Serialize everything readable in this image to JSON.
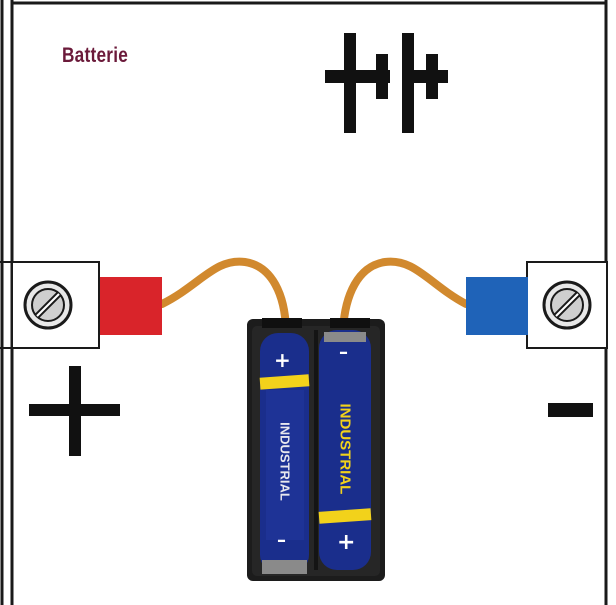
{
  "title": "Batterie",
  "symbols": {
    "positive_sign": "+",
    "negative_sign": "–"
  },
  "battery_cells": [
    {
      "top_marking": "+",
      "bottom_marking": "–",
      "label": "INDUSTRIAL"
    },
    {
      "top_marking": "–",
      "bottom_marking": "+",
      "label": "INDUSTRIAL"
    }
  ],
  "colors": {
    "title": "#6b1a3a",
    "positive_terminal": "#d9242a",
    "negative_terminal": "#1f63b8",
    "wire": "#d1892e",
    "battery_body": "#1a2e8c",
    "battery_stripe": "#f2d21b"
  },
  "icons": [
    "battery-symbol-icon",
    "screw-terminal-icon"
  ]
}
